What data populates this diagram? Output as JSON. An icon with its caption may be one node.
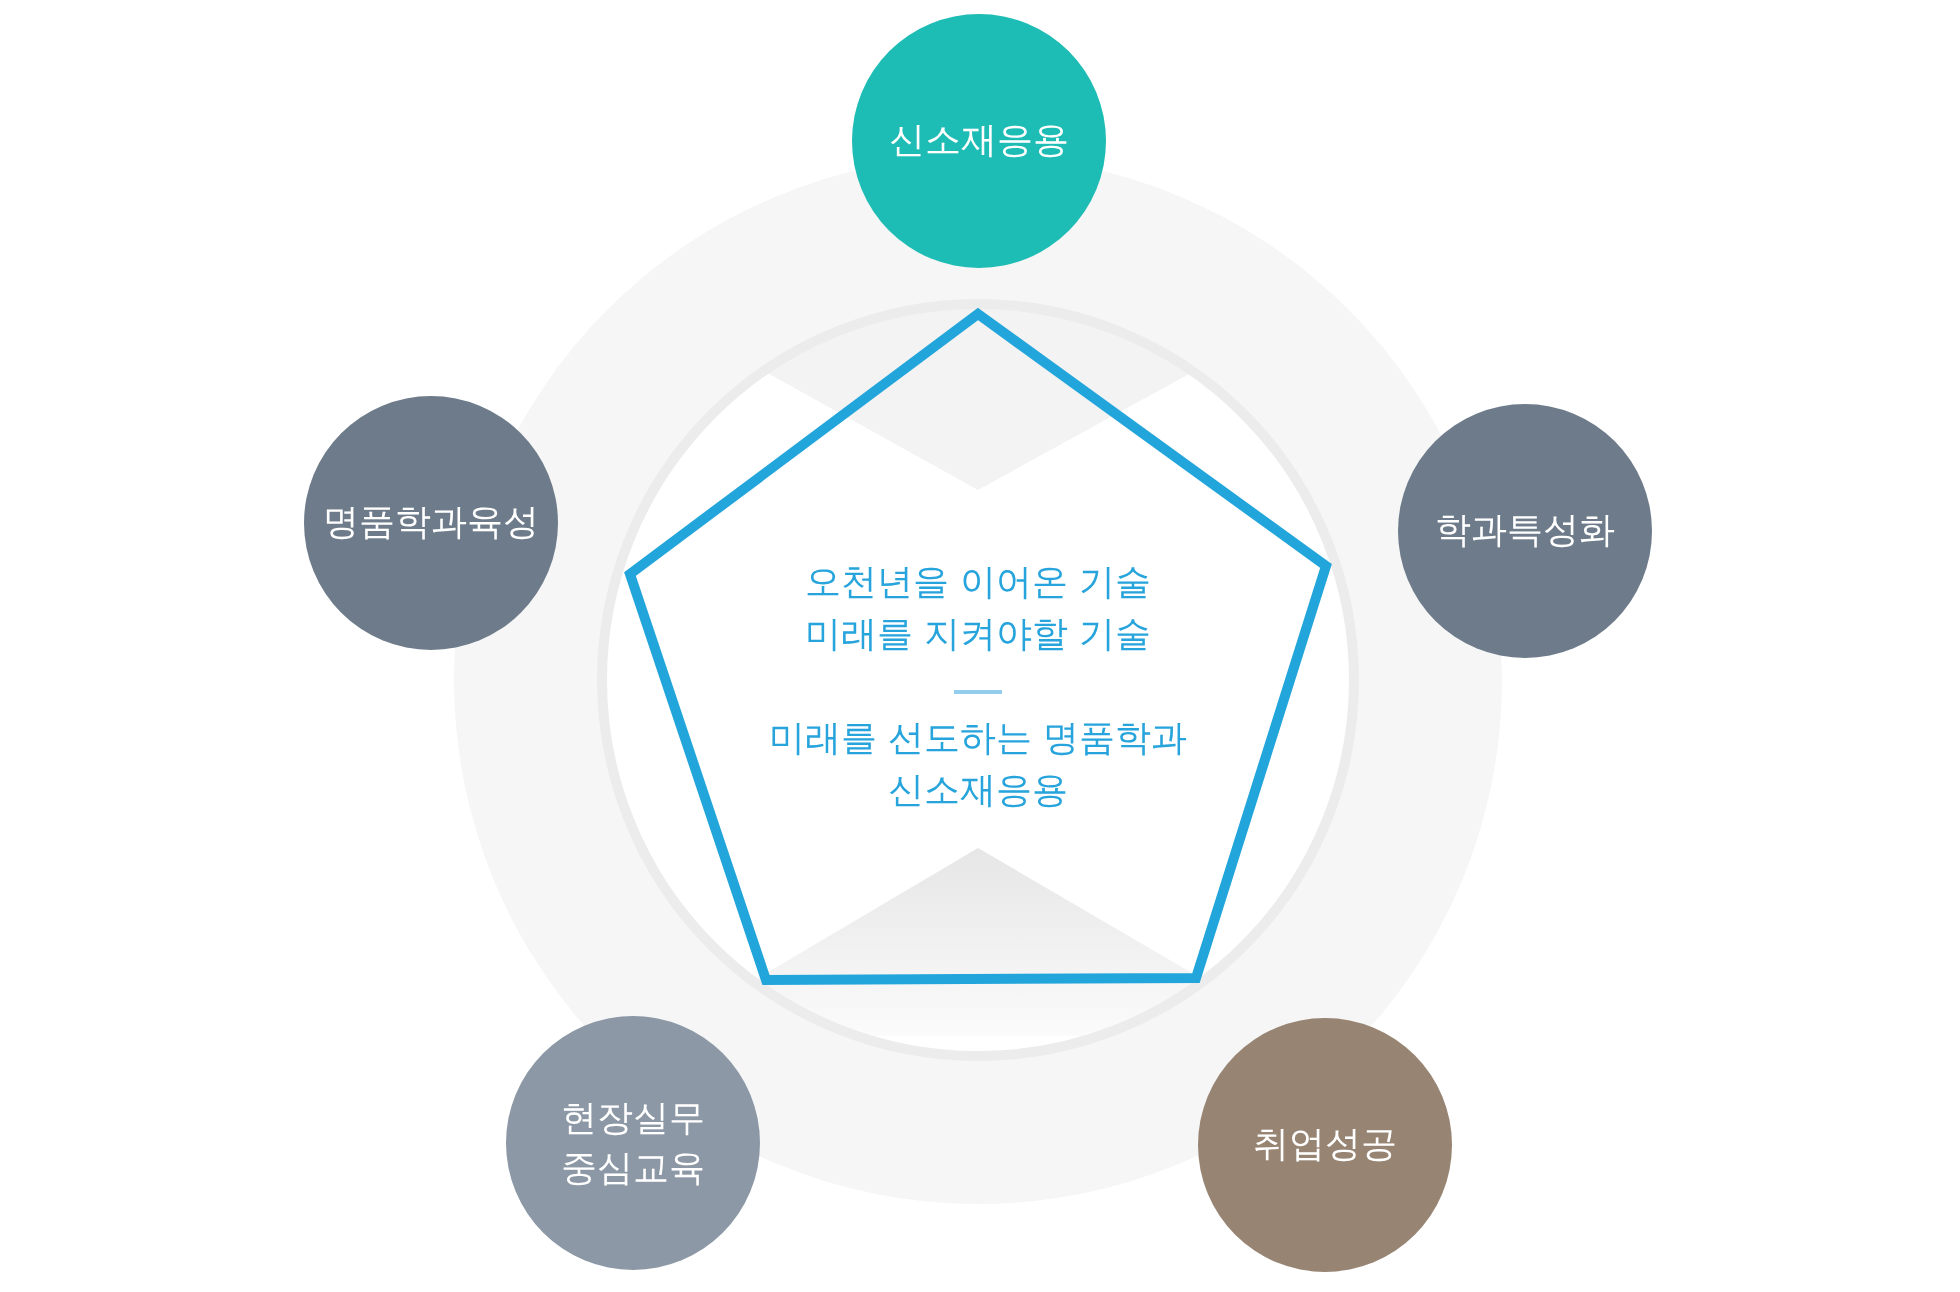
{
  "diagram": {
    "nodes": [
      {
        "text": [
          "신소재응용"
        ]
      },
      {
        "text": [
          "명품학과육성"
        ]
      },
      {
        "text": [
          "학과특성화"
        ]
      },
      {
        "text": [
          "오천년을 이어온 기술 미래를 지켜야할 기술",
          "미래를 선도하는 명품학과 신소재응용"
        ]
      },
      {
        "text": [
          "현장실무 중심교육"
        ]
      },
      {
        "text": [
          "취업성공"
        ]
      }
    ]
  }
}
